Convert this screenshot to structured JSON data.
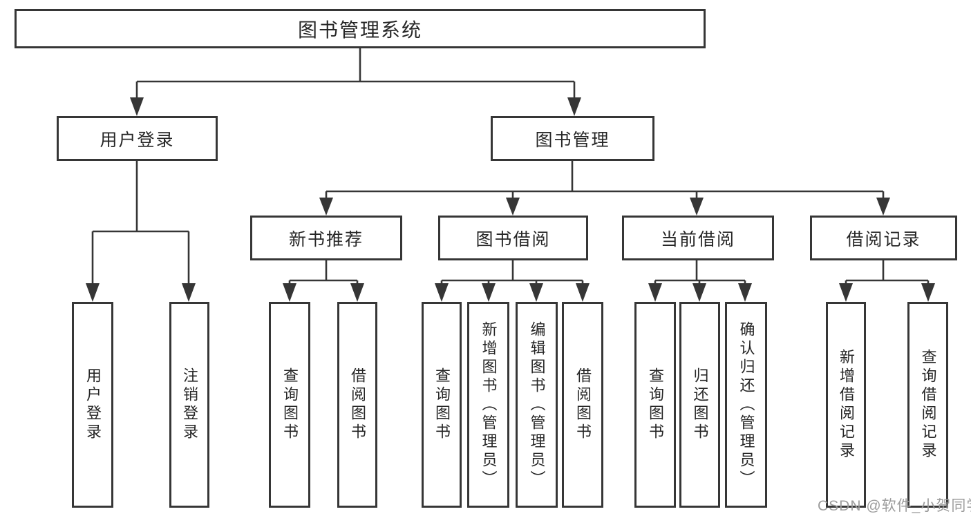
{
  "diagram": {
    "root": {
      "label": "图书管理系统"
    },
    "user_login": {
      "label": "用户登录",
      "children": [
        {
          "label": "用户登录"
        },
        {
          "label": "注销登录"
        }
      ]
    },
    "book_mgmt": {
      "label": "图书管理",
      "sections": [
        {
          "label": "新书推荐",
          "children": [
            {
              "label": "查询图书"
            },
            {
              "label": "借阅图书"
            }
          ]
        },
        {
          "label": "图书借阅",
          "children": [
            {
              "label": "查询图书"
            },
            {
              "label": "新增图书（管理员）"
            },
            {
              "label": "编辑图书（管理员）"
            },
            {
              "label": "借阅图书"
            }
          ]
        },
        {
          "label": "当前借阅",
          "children": [
            {
              "label": "查询图书"
            },
            {
              "label": "归还图书"
            },
            {
              "label": "确认归还（管理员）"
            }
          ]
        },
        {
          "label": "借阅记录",
          "children": [
            {
              "label": "新增借阅记录"
            },
            {
              "label": "查询借阅记录"
            }
          ]
        }
      ]
    }
  },
  "watermark": {
    "text": "CSDN @软件_小贺同学"
  },
  "colors": {
    "line": "#363636",
    "box_border": "#363636",
    "text": "#262626",
    "watermark_text": "#9c9c9c",
    "background": "#ffffff"
  }
}
